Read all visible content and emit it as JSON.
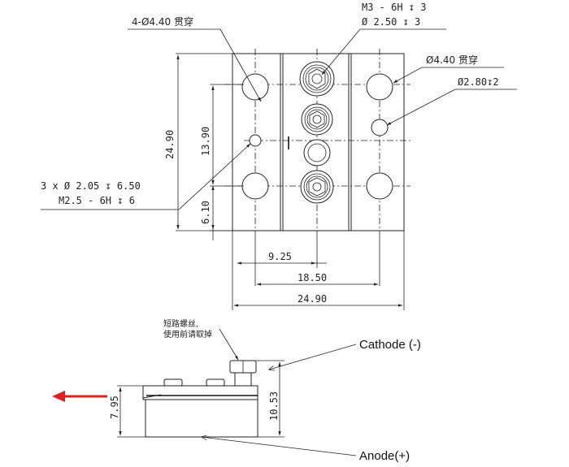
{
  "top_view": {
    "callouts": {
      "through_holes_4": "4-Ø4.40 贯穿",
      "thread_m3": "M3 - 6H ↧ 3",
      "thread_m3_drill": "Ø 2.50 ↧ 3",
      "through_hole_right": "Ø4.40 贯穿",
      "blind_hole_right": "Ø2.80↧2",
      "holes_3x": "3 x Ø 2.05 ↧ 6.50",
      "thread_m25": "M2.5 - 6H ↧ 6"
    },
    "dimensions": {
      "overall_height": "24.90",
      "hole_spacing_v": "13.90",
      "hole_offset_v": "6.10",
      "dim_9_25": "9.25",
      "dim_18_50": "18.50",
      "overall_width": "24.90"
    }
  },
  "side_view": {
    "note_line1": "短路螺丝,",
    "note_line2": "使用前请取掉",
    "cathode_label": "Cathode (-)",
    "anode_label": "Anode(+)",
    "dim_height_total": "7.95",
    "dim_height_right": "10.53"
  },
  "colors": {
    "arrow": "#e02020",
    "line": "#222222"
  }
}
